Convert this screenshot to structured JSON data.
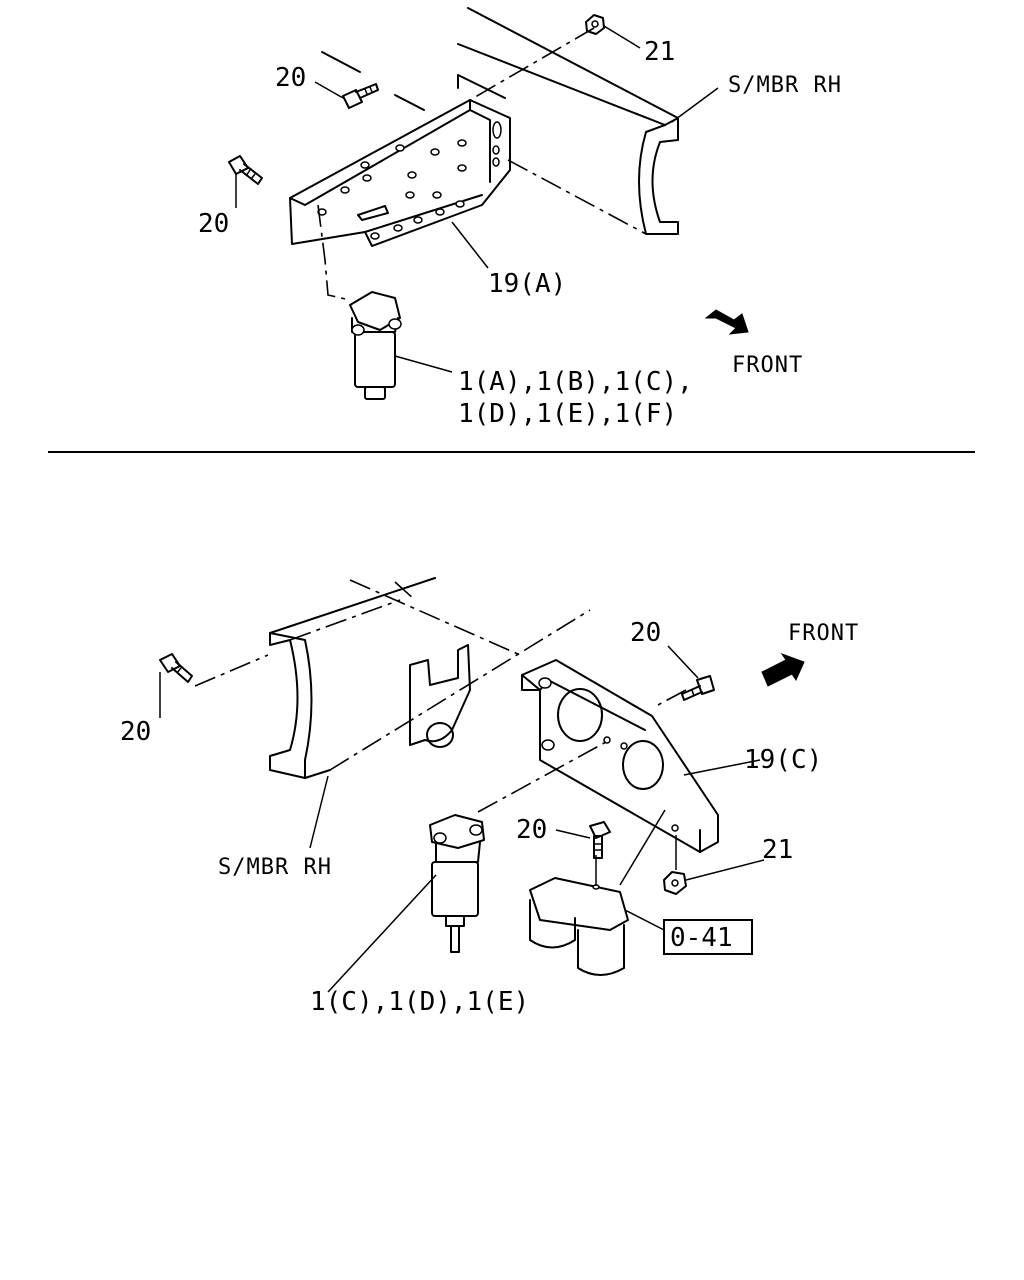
{
  "top": {
    "labels": {
      "bolt_upper": "20",
      "bolt_left": "20",
      "nut": "21",
      "side_member": "S/MBR RH",
      "bracket": "19(A)",
      "filter_line1": "1(A),1(B),1(C),",
      "filter_line2": "1(D),1(E),1(F)",
      "front": "FRONT"
    }
  },
  "bottom": {
    "labels": {
      "bolt_left": "20",
      "bolt_right": "20",
      "bolt_center": "20",
      "nut": "21",
      "side_member": "S/MBR RH",
      "bracket": "19(C)",
      "filter": "1(C),1(D),1(E)",
      "front": "FRONT",
      "ref_box": "0-41"
    }
  },
  "colors": {
    "ink": "#000000",
    "paper": "#ffffff"
  }
}
